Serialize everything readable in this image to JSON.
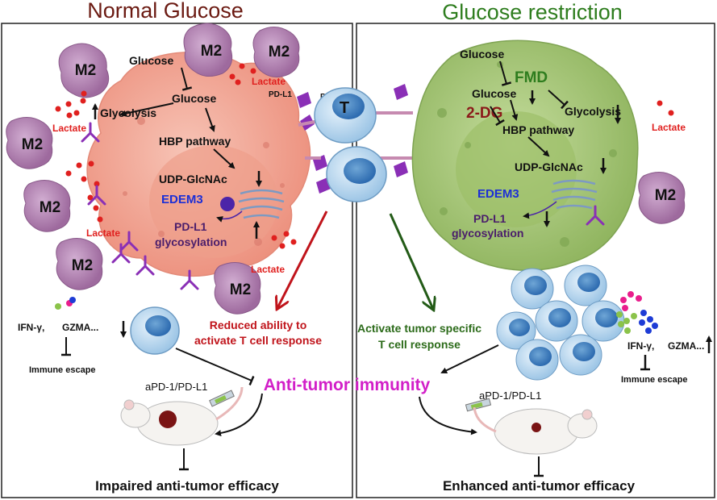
{
  "panels": {
    "left": {
      "title": "Normal Glucose",
      "bottom": "Impaired anti-tumor efficacy"
    },
    "right": {
      "title": "Glucose restriction",
      "bottom": "Enhanced anti-tumor efficacy"
    }
  },
  "labels": {
    "m2": "M2",
    "lactate": "Lactate",
    "glucose": "Glucose",
    "glycolysis": "Glycolysis",
    "hbp": "HBP pathway",
    "udp": "UDP-GlcNAc",
    "edem3": "EDEM3",
    "pdl1_line1": "PD-L1",
    "pdl1_line2": "glycosylation",
    "pdl1_receptor": "PD-L1",
    "pd1_receptor": "PD-1",
    "t_cell": "T",
    "fmd": "FMD",
    "twodg": "2-DG",
    "ifn": "IFN-γ,",
    "gzma": "GZMA...",
    "immune_escape": "Immune escape",
    "apd": "aPD-1/PD-L1",
    "reduced_1": "Reduced ability to",
    "reduced_2": "activate T cell response",
    "activate_1": "Activate tumor specific",
    "activate_2": "T cell response",
    "anti_tumor": "Anti-tumor immunity"
  },
  "colors": {
    "title_left": "#6b1a12",
    "title_right": "#2e7d1e",
    "lactate": "#e0201f",
    "edem3": "#1c2fd6",
    "pdl1": "#4a1d6b",
    "fmd": "#2e7d1e",
    "twodg": "#8b1a1a",
    "reduced": "#c0141b",
    "activate": "#2c6b1a",
    "anti_tumor": "#d21fc8",
    "m2_fill": "#b98ab8",
    "tumor_left": "#f1a898",
    "tumor_right": "#a6c47a",
    "tcell": "#b7d6ee"
  }
}
